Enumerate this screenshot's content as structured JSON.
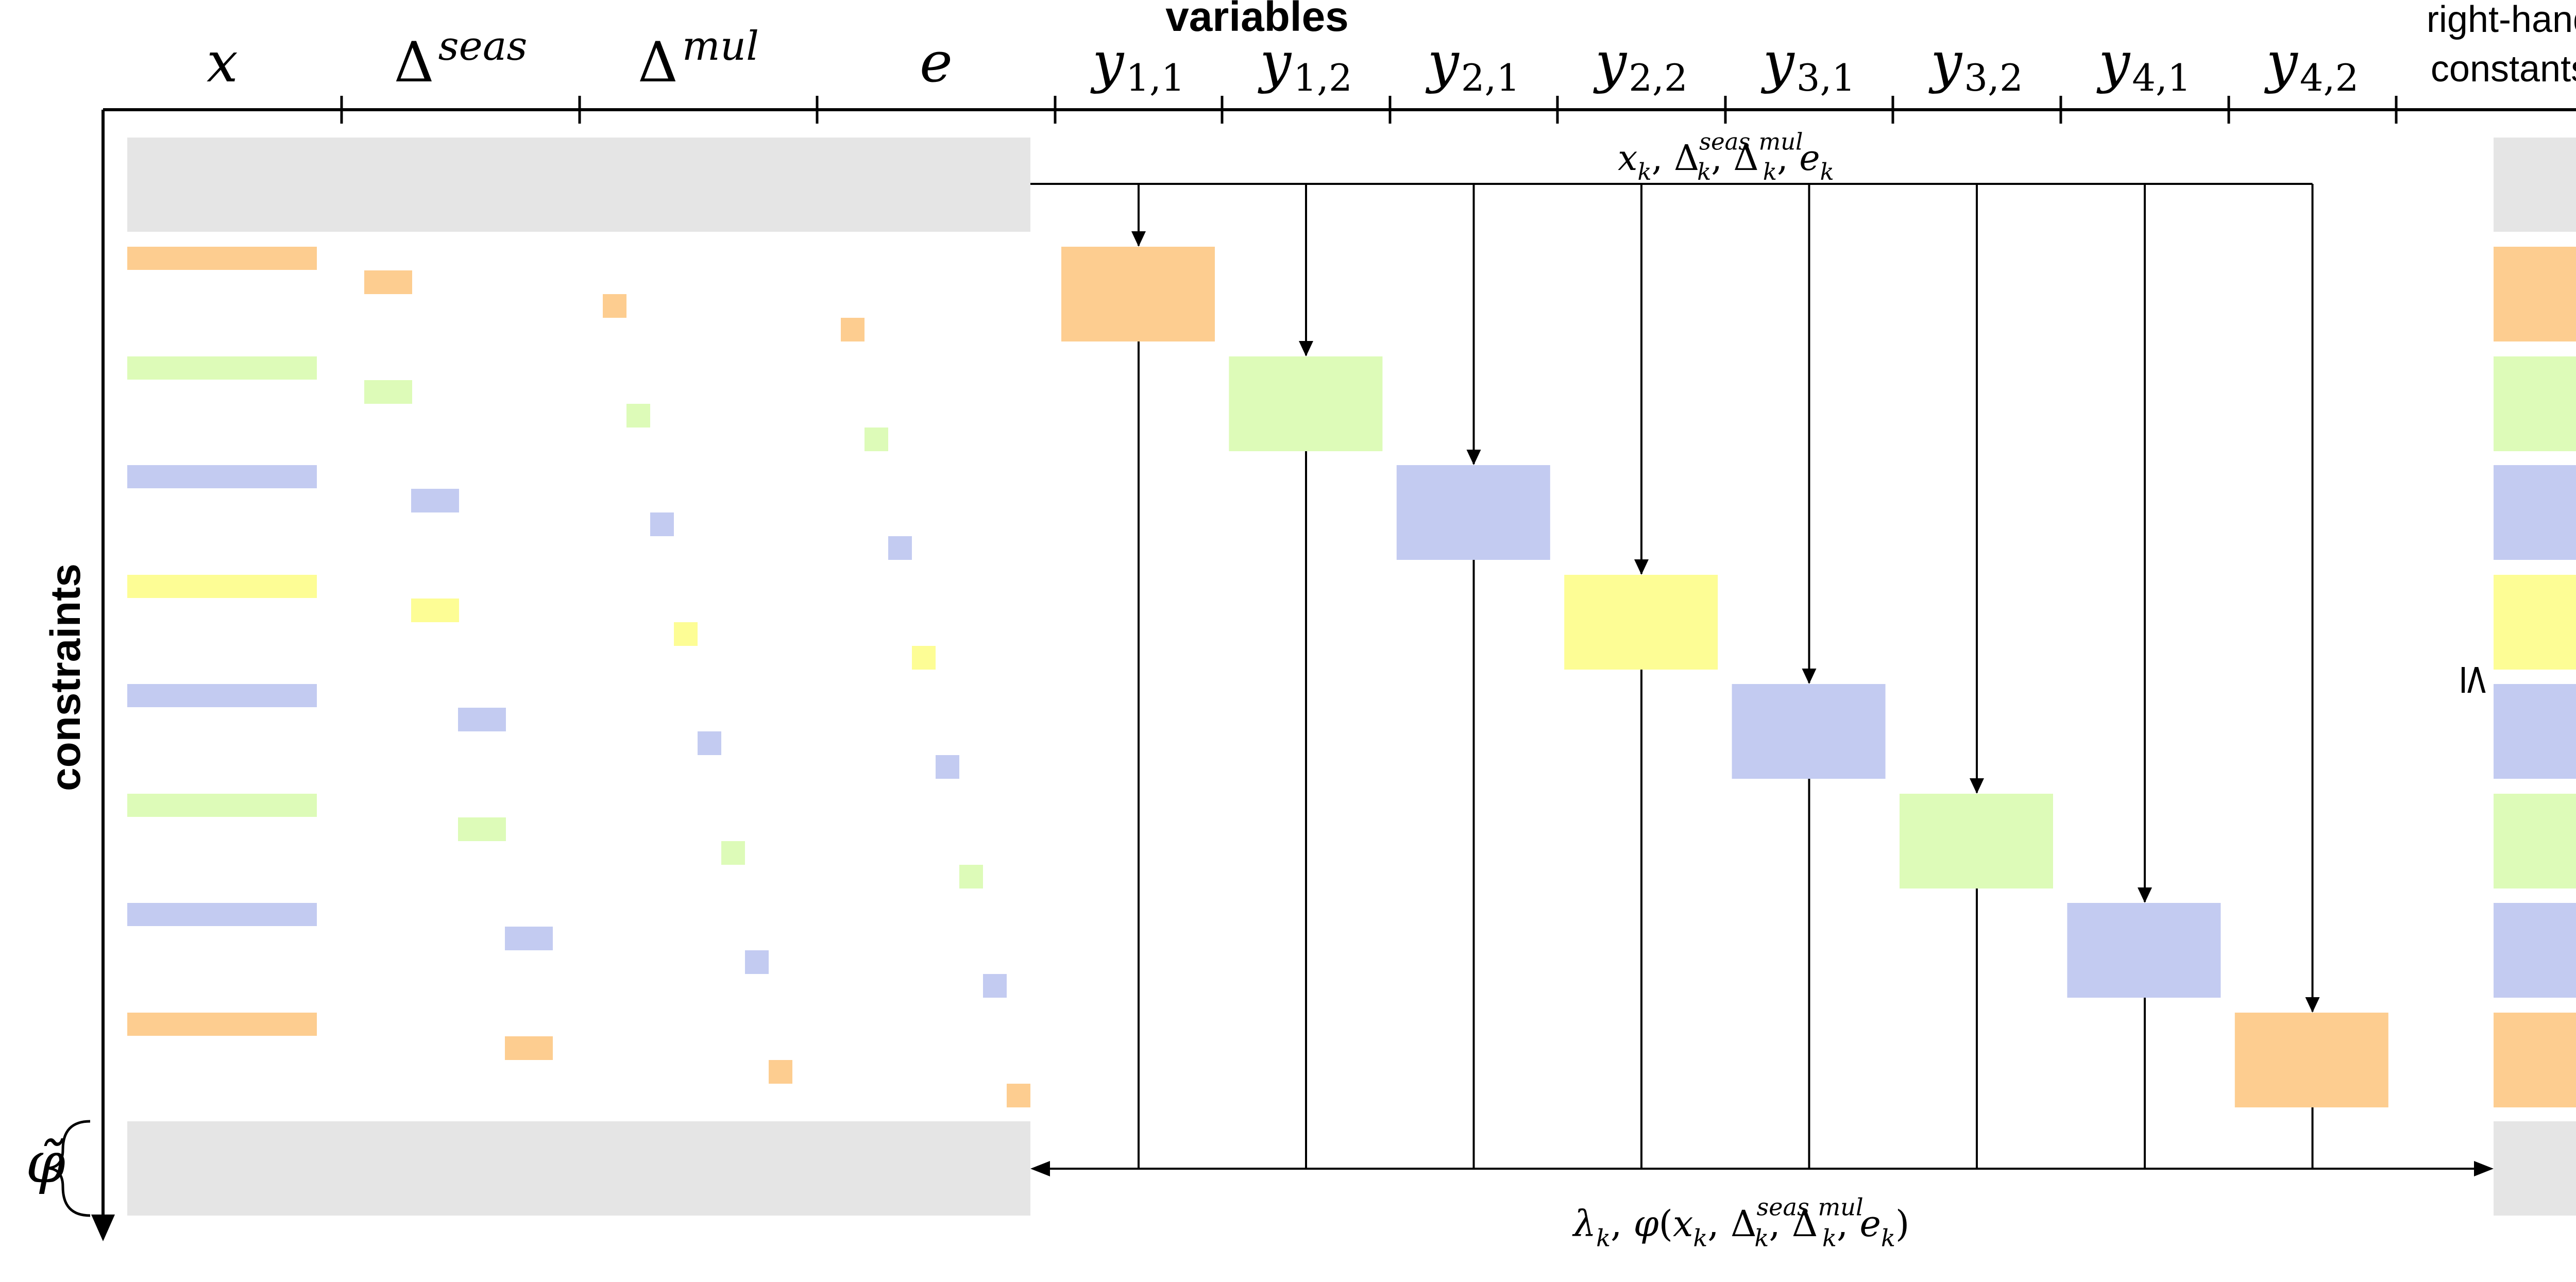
{
  "header": {
    "variables_label": "variables",
    "rhs_label_line1": "right-hand",
    "rhs_label_line2": "constants",
    "constraints_label": "constraints"
  },
  "columns": [
    {
      "base": "x",
      "sup": "",
      "sub": "",
      "is_delta": false
    },
    {
      "base": "Δ",
      "sup": "seas",
      "sub": "",
      "is_delta": true
    },
    {
      "base": "Δ",
      "sup": "mul",
      "sub": "",
      "is_delta": true
    },
    {
      "base": "e",
      "sup": "",
      "sub": "",
      "is_delta": false
    },
    {
      "base": "y",
      "sup": "",
      "sub": "1,1",
      "is_delta": false
    },
    {
      "base": "y",
      "sup": "",
      "sub": "1,2",
      "is_delta": false
    },
    {
      "base": "y",
      "sup": "",
      "sub": "2,1",
      "is_delta": false
    },
    {
      "base": "y",
      "sup": "",
      "sub": "2,2",
      "is_delta": false
    },
    {
      "base": "y",
      "sup": "",
      "sub": "3,1",
      "is_delta": false
    },
    {
      "base": "y",
      "sup": "",
      "sub": "3,2",
      "is_delta": false
    },
    {
      "base": "y",
      "sup": "",
      "sub": "4,1",
      "is_delta": false
    },
    {
      "base": "y",
      "sup": "",
      "sub": "4,2",
      "is_delta": false
    }
  ],
  "annotations": {
    "top_formula": "x_k, Δ_k^seas, Δ_k^mul, e_k",
    "bottom_formula": "λ_k, φ(x_k, Δ_k^seas, Δ_k^mul, e_k)",
    "phi_label": "φ̃",
    "leq_symbol": "≤"
  },
  "blocks": {
    "row_colors": [
      "orange",
      "green",
      "blue",
      "yellow",
      "blue",
      "green",
      "blue",
      "orange"
    ]
  },
  "colors": {
    "orange": "#fdcd90",
    "green": "#ddfbb8",
    "blue": "#c3cbf1",
    "yellow": "#fdfd95",
    "gray": "#e5e5e5",
    "line": "#000000"
  }
}
